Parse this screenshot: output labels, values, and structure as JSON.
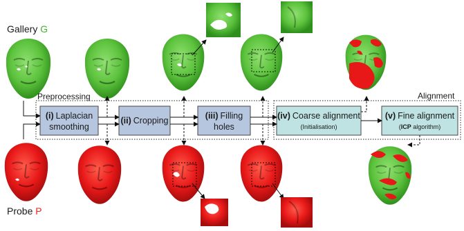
{
  "gallery": {
    "text": "Gallery ",
    "symbol": "G",
    "symbol_color": "#44b02e"
  },
  "probe": {
    "text": "Probe ",
    "symbol": "P",
    "symbol_color": "#e8231e"
  },
  "groups": {
    "preprocessing": "Preprocessing",
    "alignment": "Alignment"
  },
  "steps": [
    {
      "num": "(i)",
      "line1": "Laplacian",
      "line2": "smoothing"
    },
    {
      "num": "(ii)",
      "line1": "Cropping"
    },
    {
      "num": "(iii)",
      "line1": "Filling",
      "line2": "holes"
    },
    {
      "num": "(iv)",
      "line1": "Coarse alignment",
      "sub": "(Initialisation)"
    },
    {
      "num": "(v)",
      "line1": "Fine alignment",
      "sub_bold": "ICP",
      "sub_rest": " algorithm)"
    }
  ],
  "sub_open_paren": "(",
  "colors": {
    "gallery_green": "#5cc23d",
    "gallery_dark": "#2f8f1c",
    "probe_red": "#e81818",
    "probe_dark": "#a30d0d",
    "prep_box_fill": "#b6c6df",
    "align_box_fill": "#bfe3e3",
    "box_stroke": "#444444"
  }
}
